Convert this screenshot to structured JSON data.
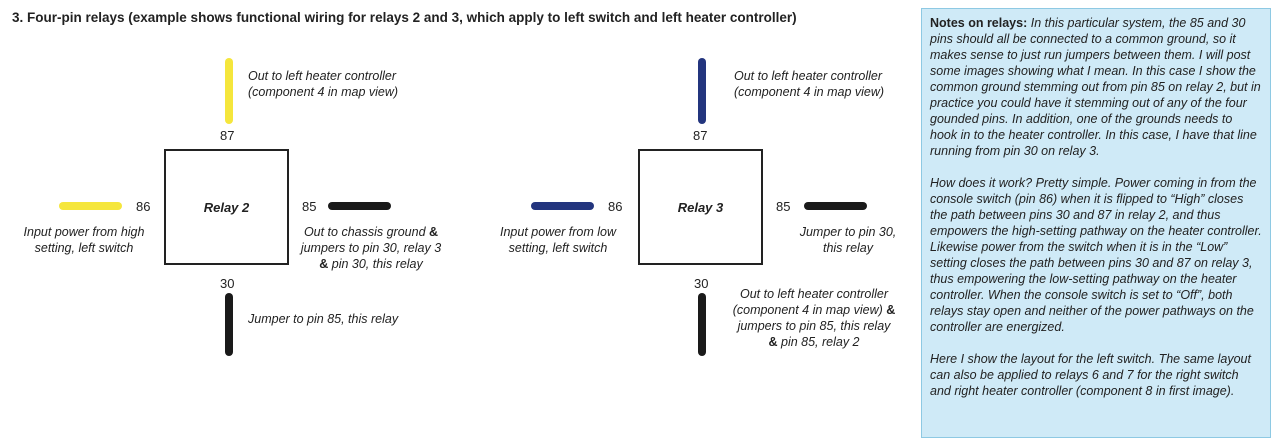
{
  "heading": "3. Four-pin relays (example shows functional wiring for relays 2 and 3, which apply to left switch and left heater controller)",
  "colors": {
    "yellow_wire": "#f5e63c",
    "blue_wire": "#23357e",
    "black_wire": "#1a1a1a",
    "panel_bg": "#cfeaf7"
  },
  "relay2": {
    "name": "Relay 2",
    "pins": {
      "top": "87",
      "left": "86",
      "right": "85",
      "bottom": "30"
    },
    "notes": {
      "top_l1": "Out to left heater controller",
      "top_l2": "(component 4 in map view)",
      "left_l1": "Input power from high",
      "left_l2": "setting, left switch",
      "right_l1a": "Out to chassis ground ",
      "right_l1b": "&",
      "right_l2": "jumpers to pin 30, relay 3",
      "right_l3a": "&",
      "right_l3b": " pin 30, this relay",
      "bottom_l1": "Jumper to pin 85, this relay"
    }
  },
  "relay3": {
    "name": "Relay 3",
    "pins": {
      "top": "87",
      "left": "86",
      "right": "85",
      "bottom": "30"
    },
    "notes": {
      "top_l1": "Out to left heater controller",
      "top_l2": "(component 4 in map view)",
      "left_l1": "Input power from low",
      "left_l2": "setting, left switch",
      "right_l1": "Jumper to pin 30,",
      "right_l2": "this relay",
      "bottom_l1": "Out to left heater controller",
      "bottom_l2a": "(component 4 in map view) ",
      "bottom_l2b": "&",
      "bottom_l3": "jumpers to pin 85, this relay",
      "bottom_l4a": "&",
      "bottom_l4b": " pin 85, relay 2"
    }
  },
  "notes_panel": {
    "title": "Notes on relays:",
    "p1": " In this particular system, the 85 and 30 pins should all be connected to a common ground, so it makes sense to just run jumpers between them. I will post some images showing what I mean. In this case I show the common ground stemming out from pin 85 on relay 2, but in practice you could have it stemming out of any of the four gounded pins. In addition, one of the grounds needs to hook in to the heater controller. In this case, I have that line running from pin 30 on relay 3.",
    "p2": "How does it work? Pretty simple. Power coming in from the console switch (pin 86) when it is flipped to “High” closes the path between pins 30 and 87 in relay 2, and thus empowers the high-setting pathway on the heater controller. Likewise power from the switch when it is in the “Low” setting closes the path between pins 30 and 87 on relay 3, thus empowering the low-setting pathway on the heater controller. When the console switch is set to “Off”, both relays stay open and neither of the power pathways on the controller are energized.",
    "p3": "Here I show the layout for the left switch. The same layout can also be applied to relays 6 and 7 for the right switch and right heater controller (component 8 in first image)."
  }
}
